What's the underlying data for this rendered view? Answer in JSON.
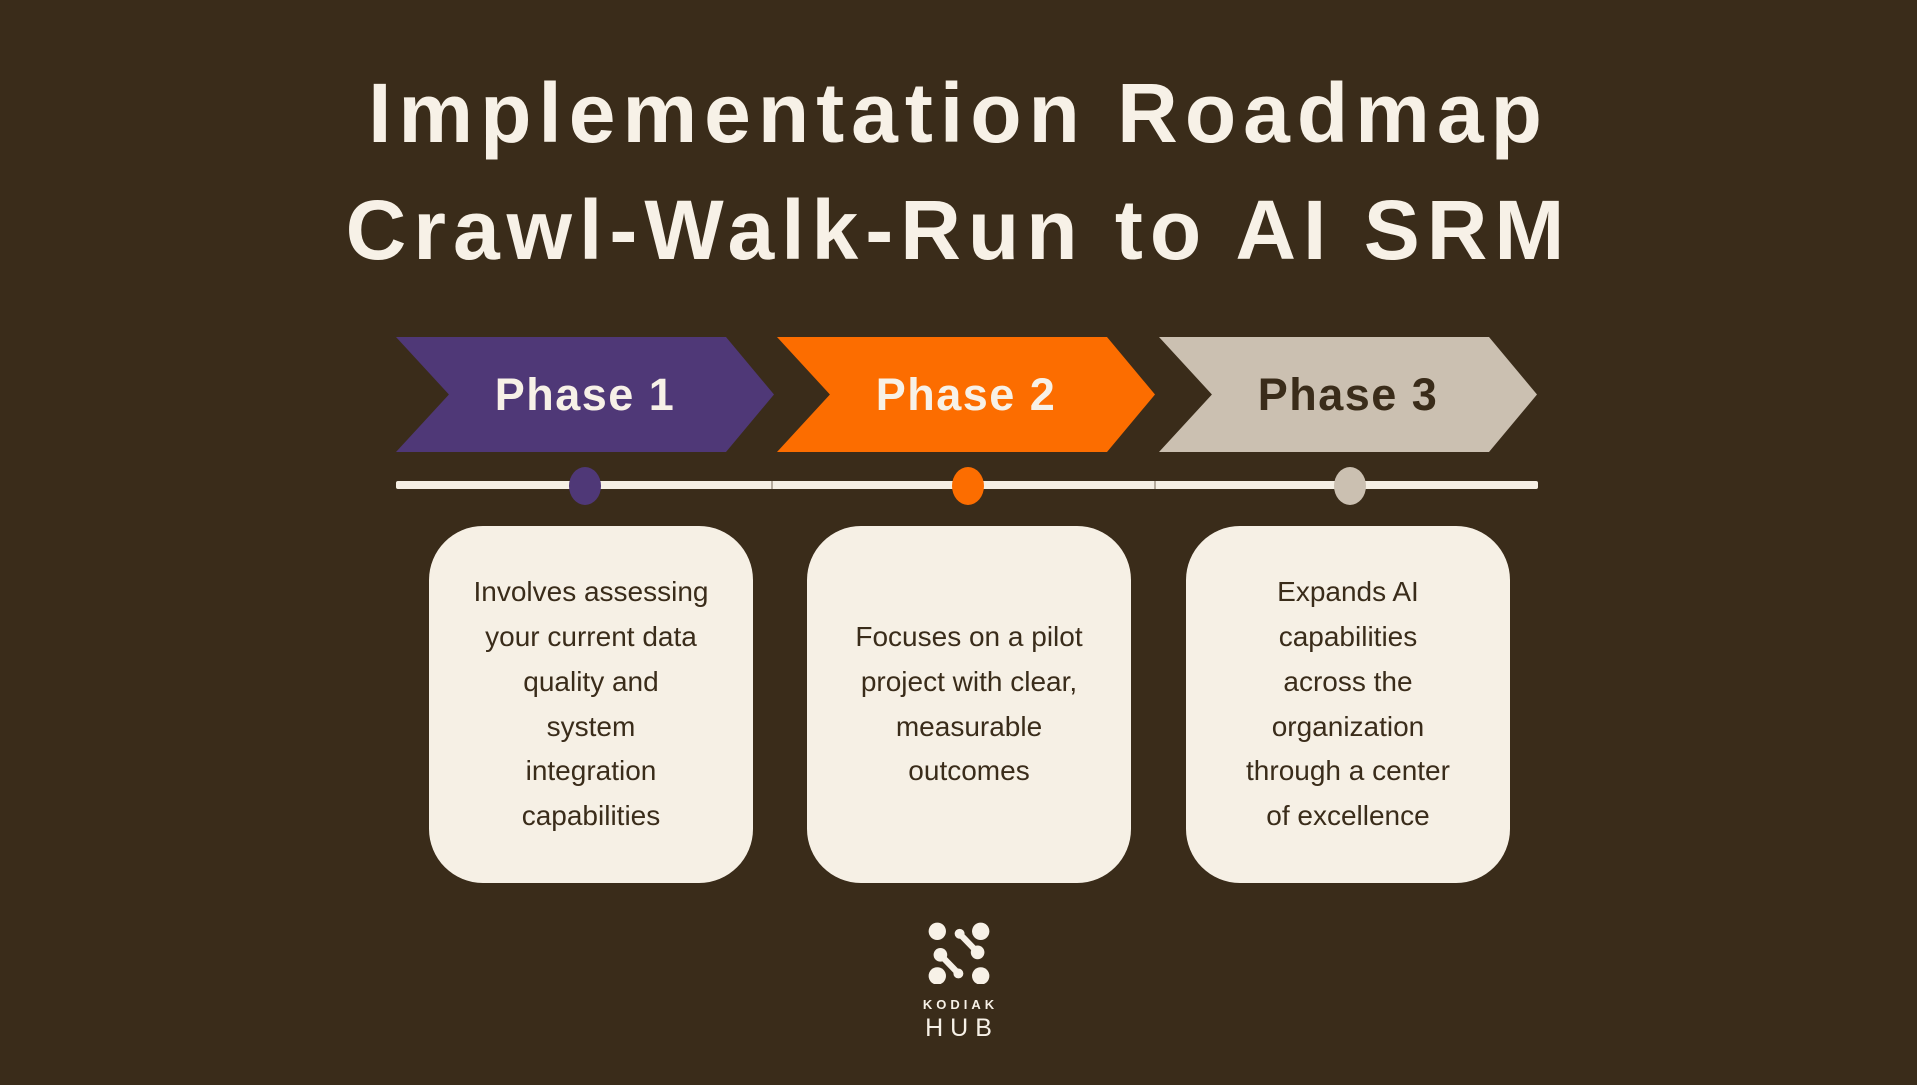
{
  "colors": {
    "background": "#3A2C1A",
    "cream": "#F7F1E7",
    "card_bg": "#F6F0E5",
    "dark_text": "#3A2C1A"
  },
  "title": {
    "line1": "Implementation Roadmap",
    "line2": "Crawl-Walk-Run to AI SRM"
  },
  "phases": [
    {
      "label": "Phase 1",
      "color": "#4F3877",
      "label_color": "#F7F1E7",
      "description": "Involves assessing\nyour current data\nquality and\nsystem\nintegration\ncapabilities"
    },
    {
      "label": "Phase 2",
      "color": "#FC6D00",
      "label_color": "#F7F1E7",
      "description": "Focuses on a pilot\nproject with clear,\nmeasurable\noutcomes"
    },
    {
      "label": "Phase 3",
      "color": "#CBC0B1",
      "label_color": "#3A2C1A",
      "description": "Expands AI\ncapabilities\nacross the\norganization\nthrough a center\nof excellence"
    }
  ],
  "footer": {
    "brand_top": "KODIAK",
    "brand_bottom": "HUB"
  }
}
